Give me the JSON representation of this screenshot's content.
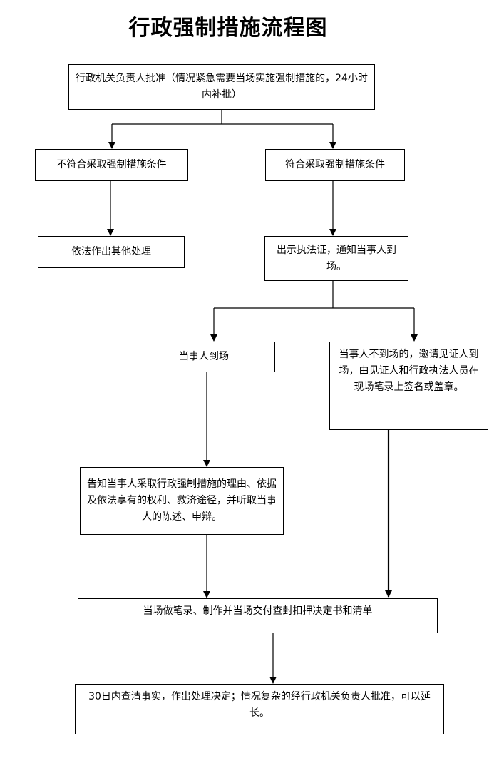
{
  "diagram": {
    "title": "行政强制措施流程图",
    "nodes": {
      "approval": "行政机关负责人批准（情况紧急需要当场实施强制措施的，24小时内补批）",
      "not_meet": "不符合采取强制措施条件",
      "meet": "符合采取强制措施条件",
      "other": "依法作出其他处理",
      "show_cert": "出示执法证，通知当事人到场。",
      "present": "当事人到场",
      "absent": "当事人不到场的，邀请见证人到场，由见证人和行政执法人员在现场笔录上签名或盖章。",
      "inform": "告知当事人采取行政强制措施的理由、依据及依法享有的权利、救济途径，并听取当事人的陈述、申辩。",
      "record": "当场做笔录、制作并当场交付查封扣押决定书和清单",
      "decide": "30日内查清事实，作出处理决定；情况复杂的经行政机关负责人批准，可以延长。"
    }
  }
}
